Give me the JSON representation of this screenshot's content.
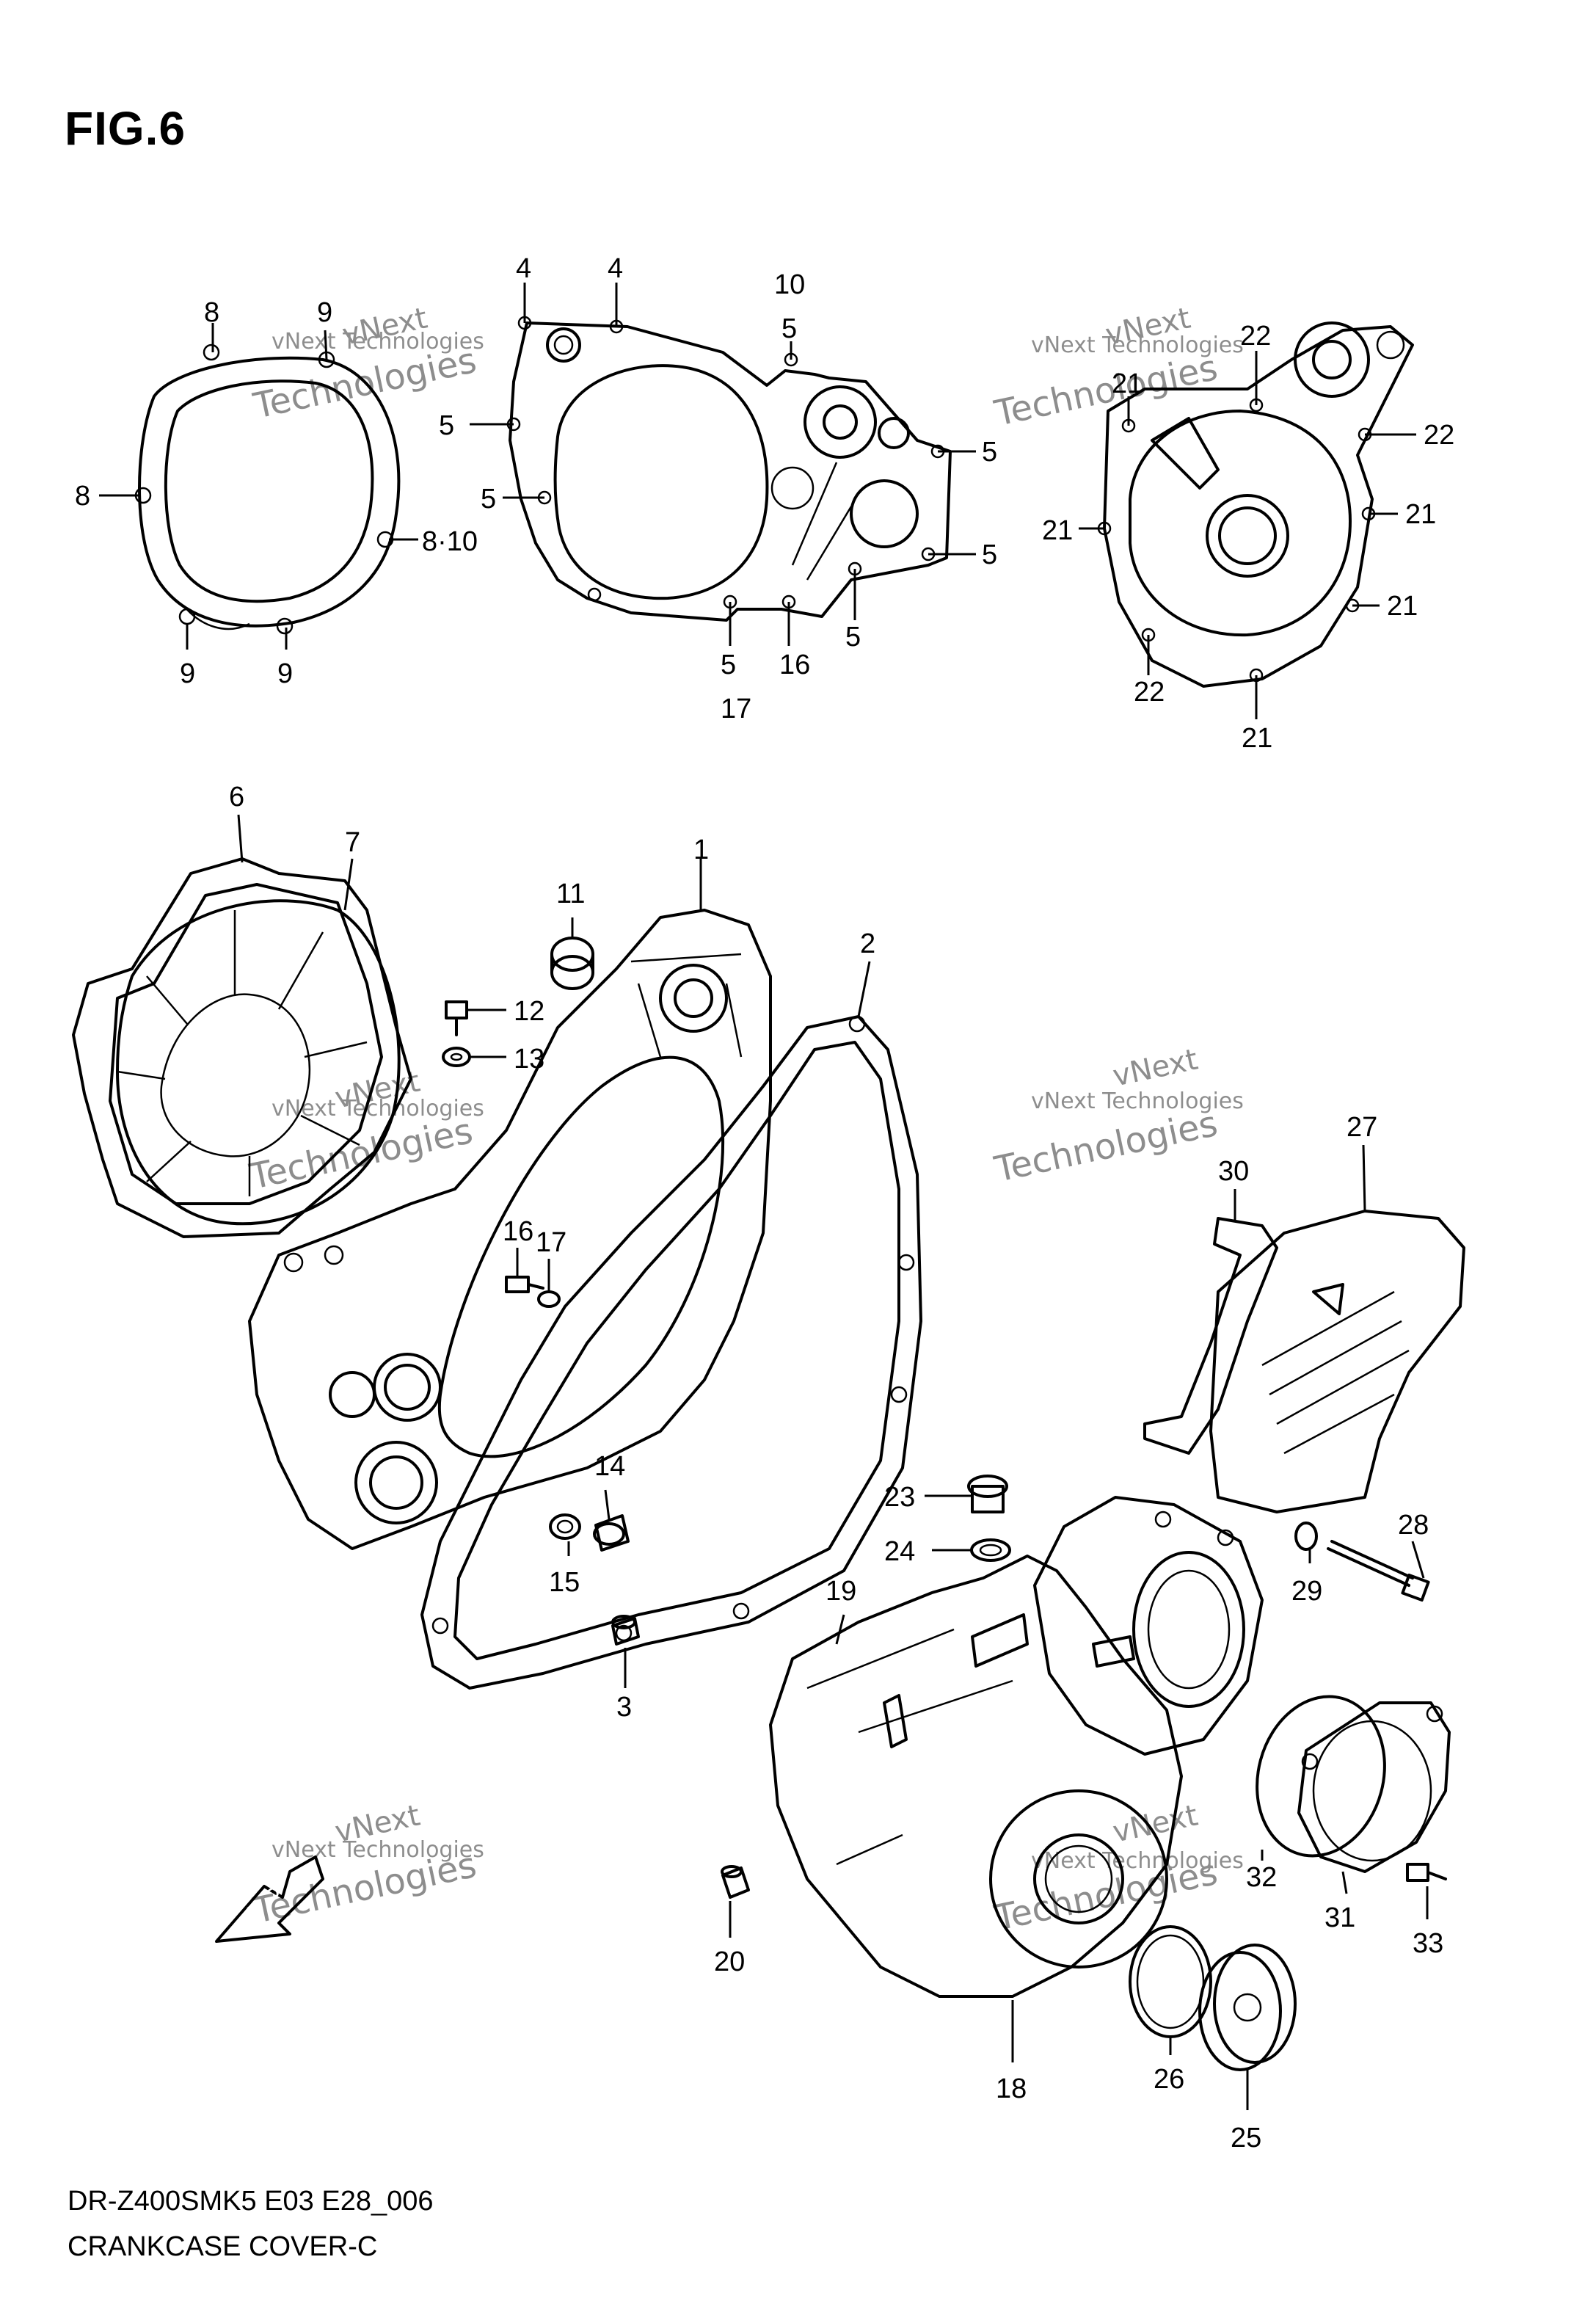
{
  "figure_title": "FIG.6",
  "footer": {
    "model_code": "DR-Z400SMK5 E03 E28_006",
    "diagram_name": "CRANKCASE COVER-C"
  },
  "watermark": {
    "line1": "vNext",
    "line2": "vNext Technologies",
    "line3": "Technologies"
  },
  "fwd_arrow_label": "FWD",
  "callouts": [
    {
      "id": "c-8a",
      "text": "8"
    },
    {
      "id": "c-9a",
      "text": "9"
    },
    {
      "id": "c-8b",
      "text": "8"
    },
    {
      "id": "c-8-10",
      "text": "8·10"
    },
    {
      "id": "c-9b",
      "text": "9"
    },
    {
      "id": "c-9c",
      "text": "9"
    },
    {
      "id": "c-4a",
      "text": "4"
    },
    {
      "id": "c-4b",
      "text": "4"
    },
    {
      "id": "c-10",
      "text": "10"
    },
    {
      "id": "c-5a",
      "text": "5"
    },
    {
      "id": "c-5b",
      "text": "5"
    },
    {
      "id": "c-5c",
      "text": "5"
    },
    {
      "id": "c-5d",
      "text": "5"
    },
    {
      "id": "c-5e",
      "text": "5"
    },
    {
      "id": "c-5f",
      "text": "5"
    },
    {
      "id": "c-5g",
      "text": "5"
    },
    {
      "id": "c-16a",
      "text": "16"
    },
    {
      "id": "c-17a",
      "text": "17"
    },
    {
      "id": "c-21a",
      "text": "21"
    },
    {
      "id": "c-22a",
      "text": "22"
    },
    {
      "id": "c-22b",
      "text": "22"
    },
    {
      "id": "c-21b",
      "text": "21"
    },
    {
      "id": "c-21c",
      "text": "21"
    },
    {
      "id": "c-21d",
      "text": "21"
    },
    {
      "id": "c-22c",
      "text": "22"
    },
    {
      "id": "c-21e",
      "text": "21"
    },
    {
      "id": "c-6",
      "text": "6"
    },
    {
      "id": "c-7",
      "text": "7"
    },
    {
      "id": "c-11",
      "text": "11"
    },
    {
      "id": "c-1",
      "text": "1"
    },
    {
      "id": "c-2",
      "text": "2"
    },
    {
      "id": "c-12",
      "text": "12"
    },
    {
      "id": "c-13",
      "text": "13"
    },
    {
      "id": "c-16b",
      "text": "16"
    },
    {
      "id": "c-17b",
      "text": "17"
    },
    {
      "id": "c-14",
      "text": "14"
    },
    {
      "id": "c-15",
      "text": "15"
    },
    {
      "id": "c-3",
      "text": "3"
    },
    {
      "id": "c-27",
      "text": "27"
    },
    {
      "id": "c-30",
      "text": "30"
    },
    {
      "id": "c-23",
      "text": "23"
    },
    {
      "id": "c-24",
      "text": "24"
    },
    {
      "id": "c-28",
      "text": "28"
    },
    {
      "id": "c-29",
      "text": "29"
    },
    {
      "id": "c-19",
      "text": "19"
    },
    {
      "id": "c-32",
      "text": "32"
    },
    {
      "id": "c-31",
      "text": "31"
    },
    {
      "id": "c-33",
      "text": "33"
    },
    {
      "id": "c-20",
      "text": "20"
    },
    {
      "id": "c-26",
      "text": "26"
    },
    {
      "id": "c-18",
      "text": "18"
    },
    {
      "id": "c-25",
      "text": "25"
    }
  ]
}
